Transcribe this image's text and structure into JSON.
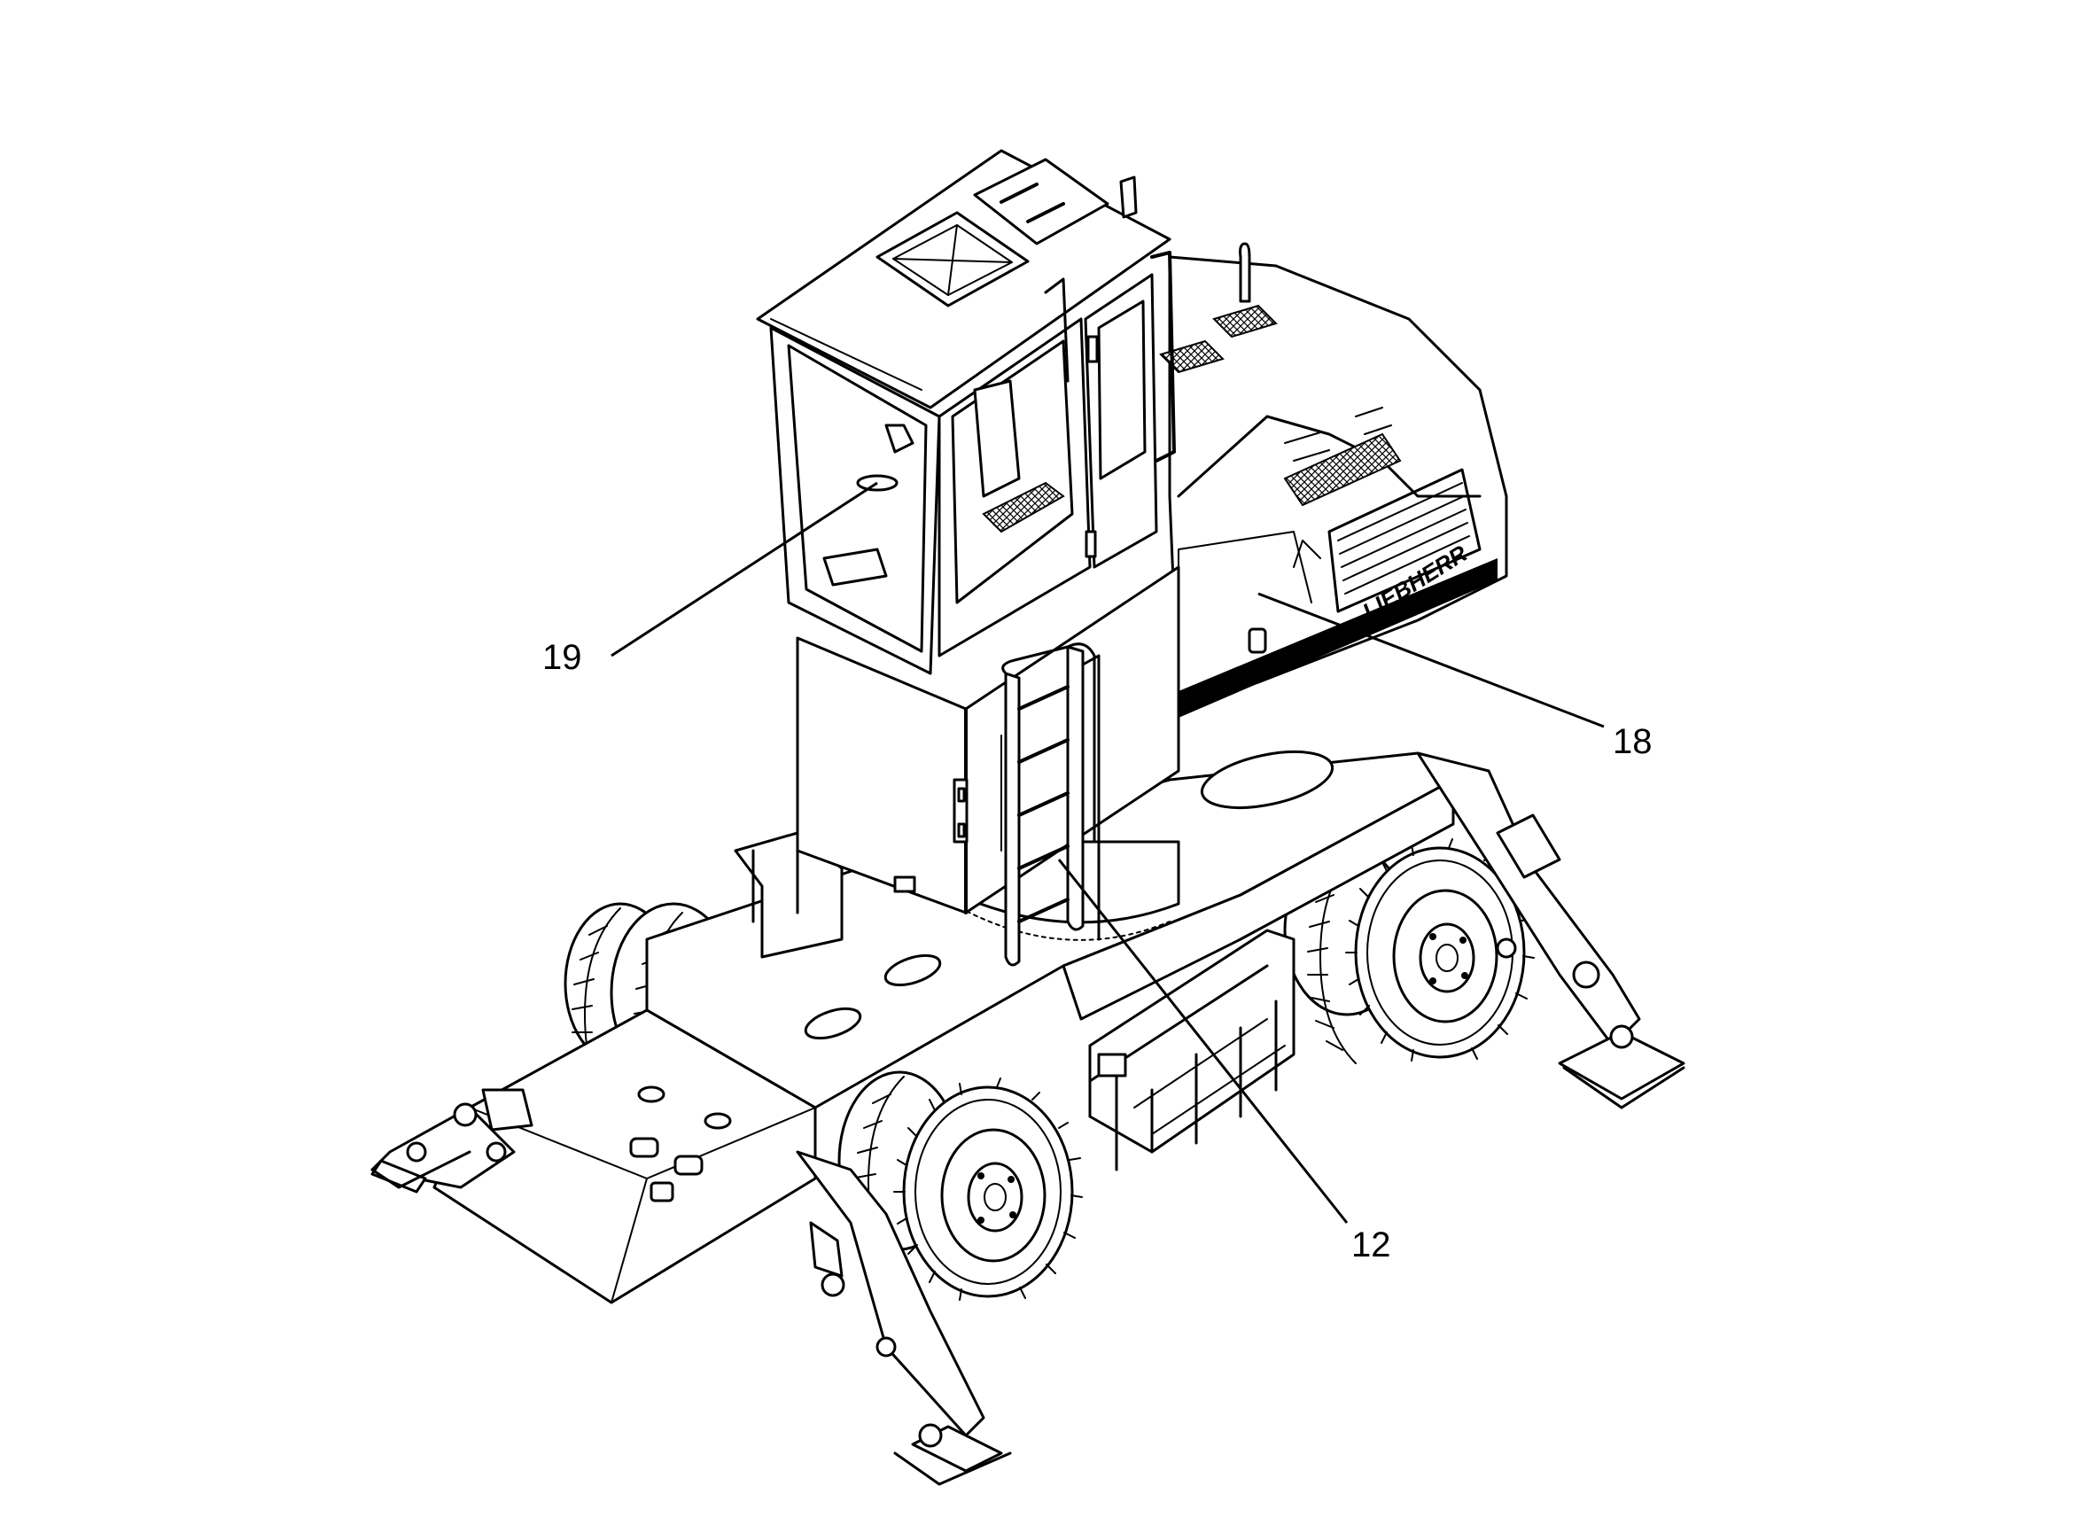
{
  "callouts": [
    {
      "id": "19",
      "label": "19"
    },
    {
      "id": "18",
      "label": "18"
    },
    {
      "id": "12",
      "label": "12"
    }
  ],
  "brand_text": "LIEBHERR"
}
